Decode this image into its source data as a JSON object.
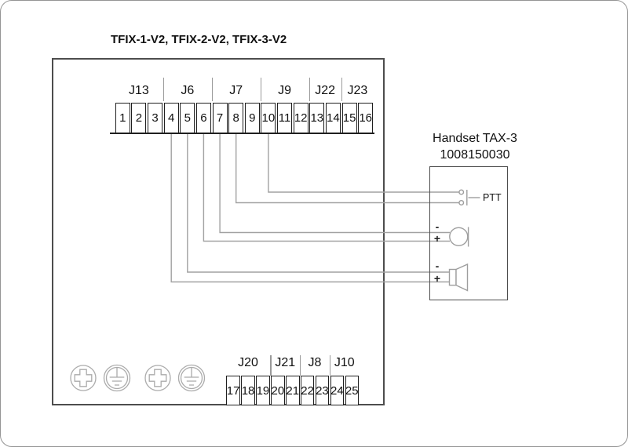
{
  "title": "TFIX-1-V2, TFIX-2-V2, TFIX-3-V2",
  "device": {
    "top_block": {
      "groups": [
        {
          "label": "J13",
          "terminals": [
            "1",
            "2",
            "3"
          ]
        },
        {
          "label": "J6",
          "terminals": [
            "4",
            "5",
            "6"
          ]
        },
        {
          "label": "J7",
          "terminals": [
            "7",
            "8",
            "9"
          ]
        },
        {
          "label": "J9",
          "terminals": [
            "10",
            "11",
            "12"
          ]
        },
        {
          "label": "J22",
          "terminals": [
            "13",
            "14"
          ]
        },
        {
          "label": "J23",
          "terminals": [
            "15",
            "16"
          ]
        }
      ]
    },
    "bottom_block": {
      "groups": [
        {
          "label": "J20",
          "terminals": [
            "17",
            "18",
            "19"
          ]
        },
        {
          "label": "J21",
          "terminals": [
            "20",
            "21"
          ]
        },
        {
          "label": "J8",
          "terminals": [
            "22",
            "23"
          ]
        },
        {
          "label": "J10",
          "terminals": [
            "24",
            "25"
          ]
        }
      ]
    }
  },
  "handset": {
    "name": "Handset TAX-3",
    "part_number": "1008150030",
    "ptt_label": "PTT",
    "mic_minus": "-",
    "mic_plus": "+",
    "speaker_minus": "-",
    "speaker_plus": "+"
  },
  "connections": [
    {
      "from": "terminal-10",
      "to": "ptt-contact-top"
    },
    {
      "from": "terminal-8",
      "to": "ptt-contact-bottom"
    },
    {
      "from": "terminal-7",
      "to": "microphone-minus"
    },
    {
      "from": "terminal-6",
      "to": "microphone-plus"
    },
    {
      "from": "terminal-5",
      "to": "speaker-minus"
    },
    {
      "from": "terminal-4",
      "to": "speaker-plus"
    }
  ],
  "colors": {
    "wire": "#a2a2a2",
    "block_border": "#1f1f1f",
    "box_border": "#4d4d4d",
    "frame_border": "#949494",
    "symbol": "#ababab",
    "text": "#111111"
  }
}
